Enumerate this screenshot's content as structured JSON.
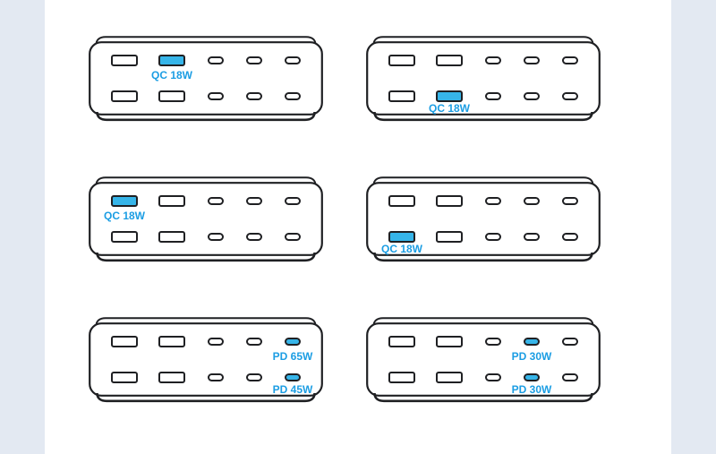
{
  "background": {
    "page_color": "#e3e9f2",
    "panel_color": "#ffffff"
  },
  "colors": {
    "outline": "#1f2023",
    "port_fill": "#ffffff",
    "highlight_fill": "#36b5e9",
    "label_text": "#1b9de3"
  },
  "port_layout": {
    "rows": 2,
    "columns": [
      "usb-a",
      "usb-a",
      "usb-c",
      "usb-c",
      "usb-c"
    ]
  },
  "devices": [
    {
      "name": "top-left",
      "highlights": [
        {
          "row": 0,
          "col": 1,
          "label": "QC 18W"
        }
      ]
    },
    {
      "name": "top-right",
      "highlights": [
        {
          "row": 1,
          "col": 1,
          "label": "QC 18W"
        }
      ]
    },
    {
      "name": "middle-left",
      "highlights": [
        {
          "row": 0,
          "col": 0,
          "label": "QC 18W"
        }
      ]
    },
    {
      "name": "middle-right",
      "highlights": [
        {
          "row": 1,
          "col": 0,
          "label": "QC 18W"
        }
      ]
    },
    {
      "name": "bottom-left",
      "highlights": [
        {
          "row": 0,
          "col": 4,
          "label": "PD 65W"
        },
        {
          "row": 1,
          "col": 4,
          "label": "PD 45W"
        }
      ]
    },
    {
      "name": "bottom-right",
      "highlights": [
        {
          "row": 0,
          "col": 3,
          "label": "PD 30W"
        },
        {
          "row": 1,
          "col": 3,
          "label": "PD 30W"
        }
      ]
    }
  ]
}
